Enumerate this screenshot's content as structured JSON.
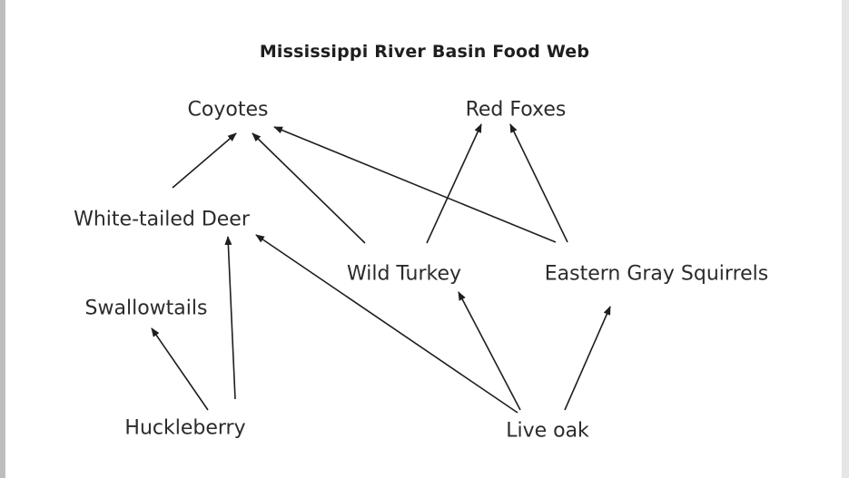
{
  "title": "Mississippi River Basin Food Web",
  "colors": {
    "text": "#2b2b2b",
    "arrow": "#1e1e1e",
    "background": "#ffffff"
  },
  "nodes": [
    {
      "id": "coyotes",
      "label": "Coyotes"
    },
    {
      "id": "red-foxes",
      "label": "Red Foxes"
    },
    {
      "id": "white-tailed-deer",
      "label": "White-tailed Deer"
    },
    {
      "id": "wild-turkey",
      "label": "Wild Turkey"
    },
    {
      "id": "eastern-gray-squirrels",
      "label": "Eastern Gray Squirrels"
    },
    {
      "id": "swallowtails",
      "label": "Swallowtails"
    },
    {
      "id": "huckleberry",
      "label": "Huckleberry"
    },
    {
      "id": "live-oak",
      "label": "Live oak"
    }
  ],
  "edges": [
    {
      "from": "white-tailed-deer",
      "to": "coyotes"
    },
    {
      "from": "wild-turkey",
      "to": "coyotes"
    },
    {
      "from": "eastern-gray-squirrels",
      "to": "coyotes"
    },
    {
      "from": "wild-turkey",
      "to": "red-foxes"
    },
    {
      "from": "eastern-gray-squirrels",
      "to": "red-foxes"
    },
    {
      "from": "huckleberry",
      "to": "swallowtails"
    },
    {
      "from": "huckleberry",
      "to": "white-tailed-deer"
    },
    {
      "from": "live-oak",
      "to": "white-tailed-deer"
    },
    {
      "from": "live-oak",
      "to": "wild-turkey"
    },
    {
      "from": "live-oak",
      "to": "eastern-gray-squirrels"
    }
  ]
}
